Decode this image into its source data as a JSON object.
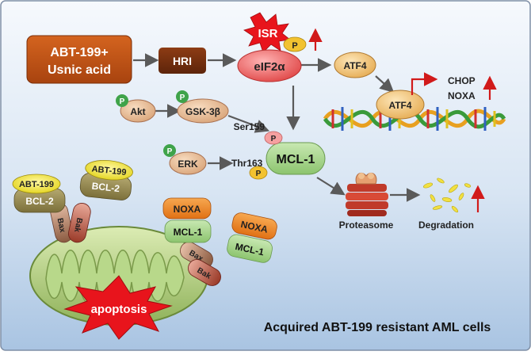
{
  "drug": {
    "line1": "ABT-199+",
    "line2": "Usnic acid"
  },
  "hri": "HRI",
  "isr": "ISR",
  "phospho": "P",
  "eif2a": "eIF2α",
  "atf4": "ATF4",
  "chop": "CHOP",
  "noxa_gene": "NOXA",
  "akt": "Akt",
  "gsk3b": "GSK-3β",
  "erk": "ERK",
  "ser159": "Ser159",
  "thr163": "Thr163",
  "mcl1": "MCL-1",
  "abt199": "ABT-199",
  "bcl2": "BCL-2",
  "bax": "Bax",
  "bak": "Bak",
  "noxa": "NOXA",
  "apoptosis": "apoptosis",
  "proteasome": "Proteasome",
  "degradation": "Degradation",
  "footer": "Acquired ABT-199 resistant AML cells",
  "colors": {
    "drug_box": "#c0551a",
    "hri_box": "#7a3210",
    "isr_burst": "#e8141c",
    "phospho_yellow": "#f2c230",
    "phospho_green": "#3fa34a",
    "eif2a": "#e85a5a",
    "atf4": "#f5c87a",
    "mcl1": "#a6d68a",
    "noxa": "#f28c28",
    "up_arrow": "#d11a1a"
  },
  "icons": [
    "up-arrow-icon",
    "dna-helix-icon",
    "proteasome-icon",
    "mitochondrion-icon",
    "degradation-fragments-icon"
  ]
}
